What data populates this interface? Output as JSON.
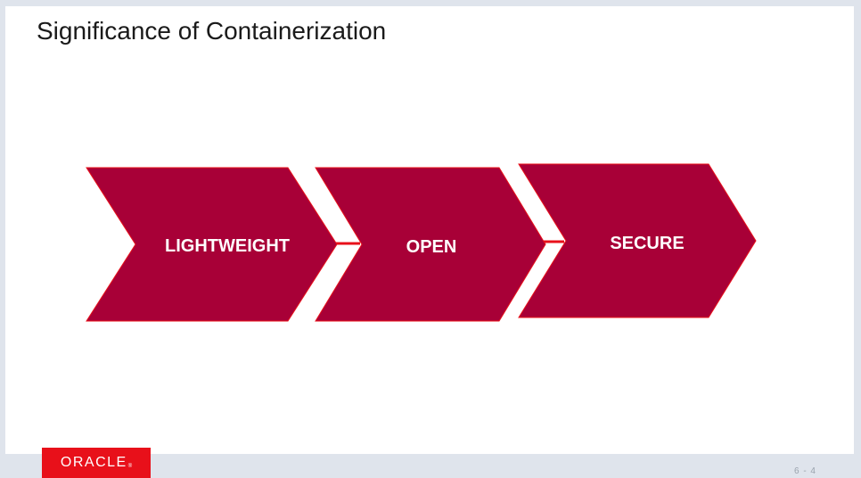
{
  "slide": {
    "title": "Significance of Containerization",
    "steps": [
      {
        "label": "LIGHTWEIGHT"
      },
      {
        "label": "OPEN"
      },
      {
        "label": "SECURE"
      }
    ],
    "colors": {
      "chevron_fill": "#a80037",
      "chevron_connector": "#e8101a",
      "logo_background": "#e8101a"
    }
  },
  "footer": {
    "logo_text": "ORACLE",
    "logo_mark": "®",
    "page_number": "6 - 4"
  }
}
